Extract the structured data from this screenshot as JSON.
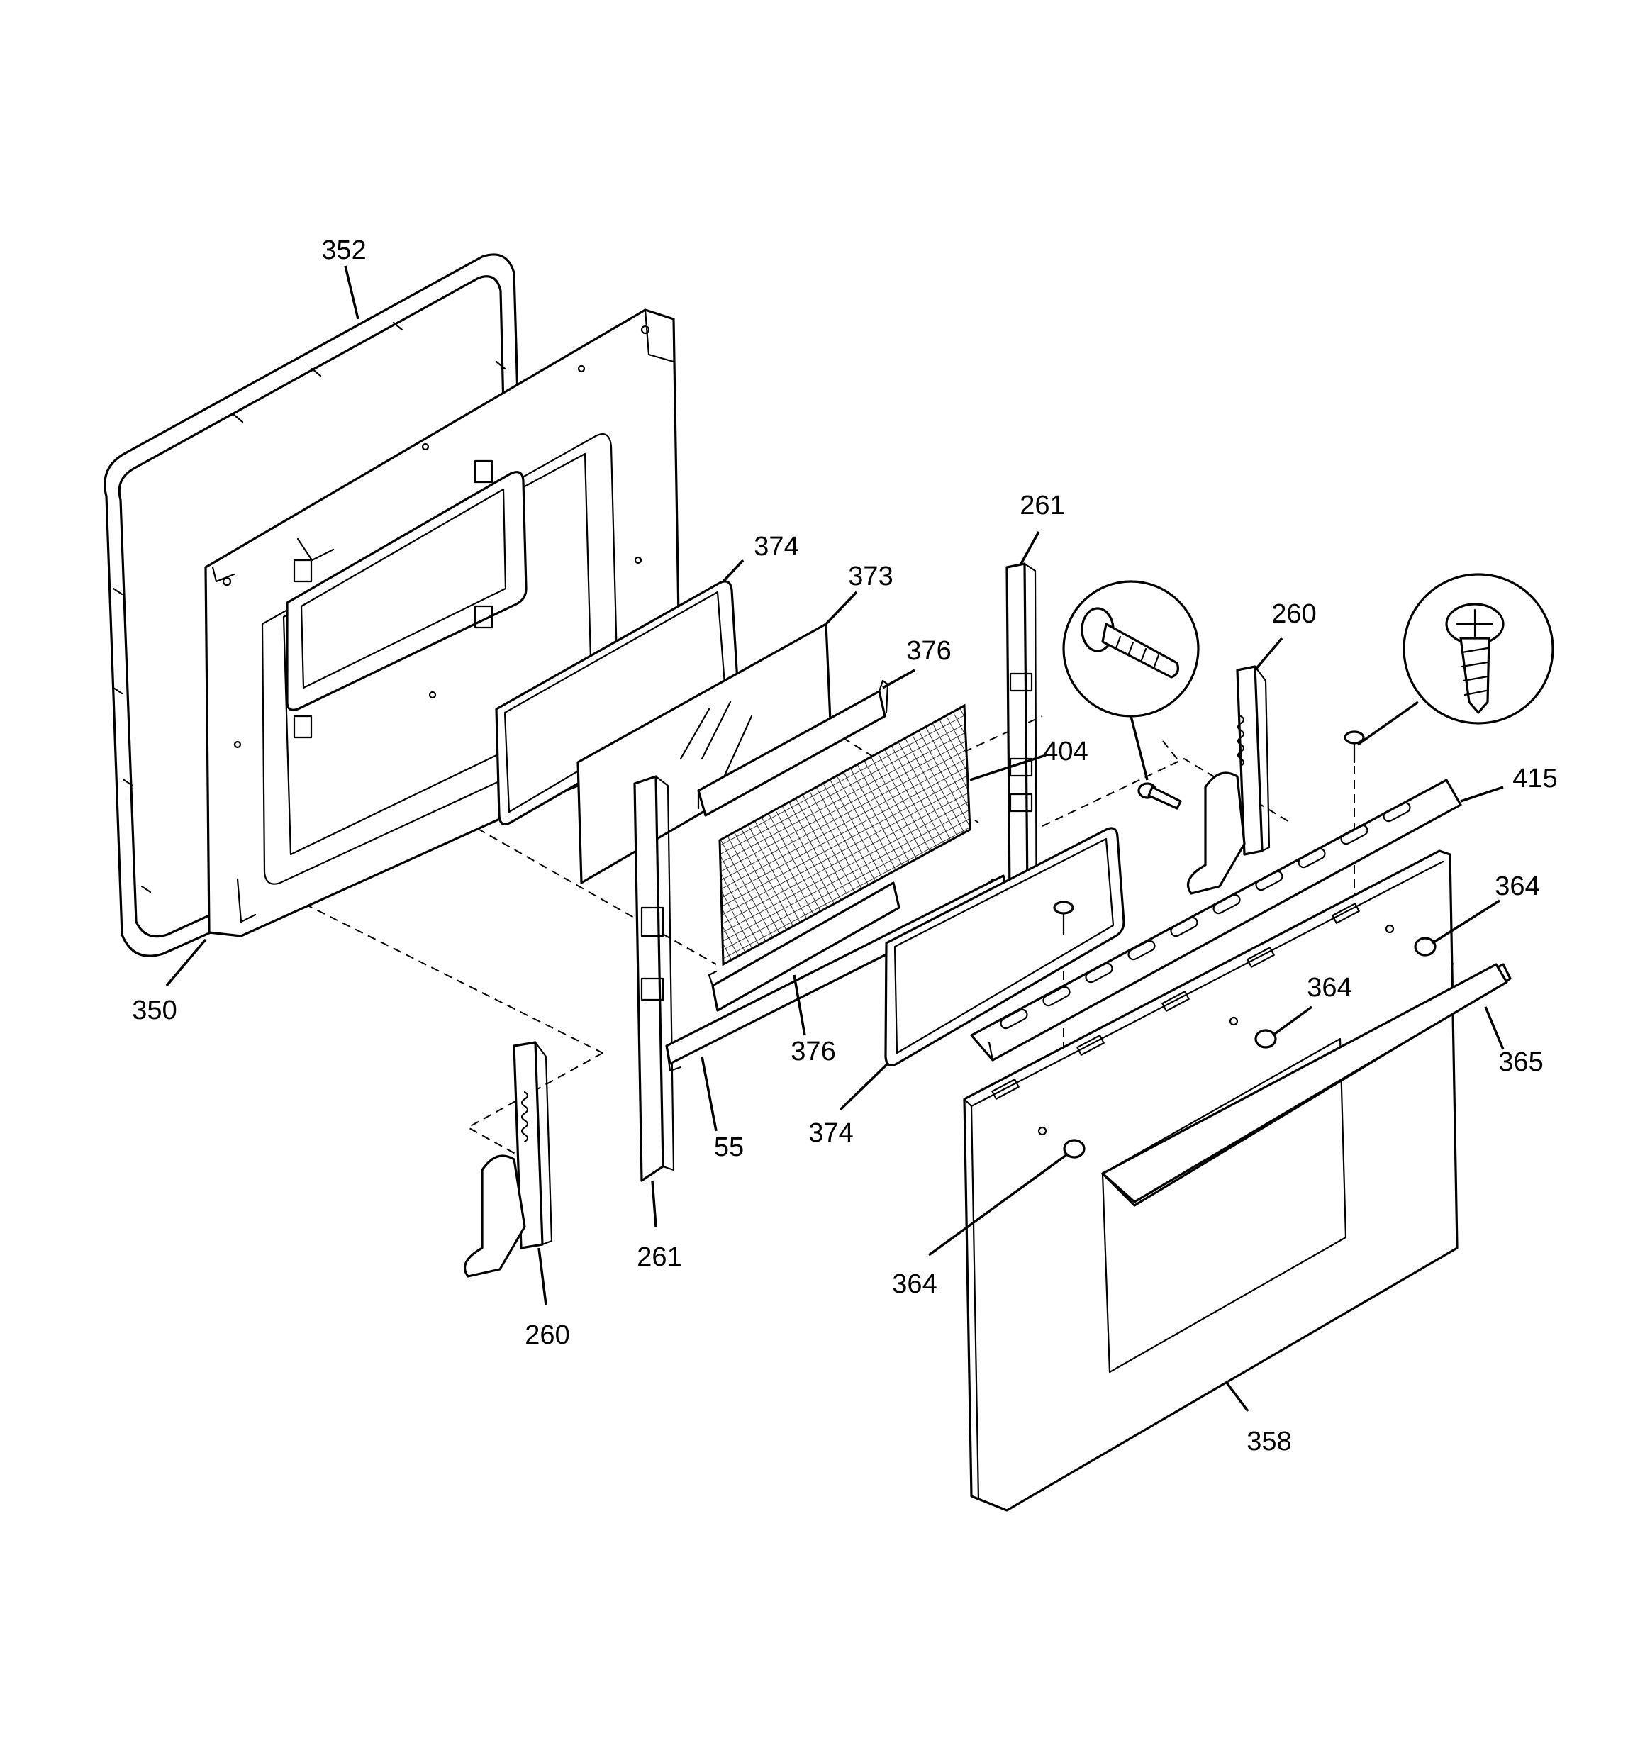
{
  "diagram": {
    "title": "",
    "callouts": [
      {
        "id": "c352",
        "label": "352"
      },
      {
        "id": "c374a",
        "label": "374"
      },
      {
        "id": "c373",
        "label": "373"
      },
      {
        "id": "c376a",
        "label": "376"
      },
      {
        "id": "c261a",
        "label": "261"
      },
      {
        "id": "c404",
        "label": "404"
      },
      {
        "id": "c260a",
        "label": "260"
      },
      {
        "id": "c415",
        "label": "415"
      },
      {
        "id": "c364a",
        "label": "364"
      },
      {
        "id": "c364b",
        "label": "364"
      },
      {
        "id": "c365",
        "label": "365"
      },
      {
        "id": "c350",
        "label": "350"
      },
      {
        "id": "c376b",
        "label": "376"
      },
      {
        "id": "c55",
        "label": "55"
      },
      {
        "id": "c374b",
        "label": "374"
      },
      {
        "id": "c261b",
        "label": "261"
      },
      {
        "id": "c260b",
        "label": "260"
      },
      {
        "id": "c364c",
        "label": "364"
      },
      {
        "id": "c358",
        "label": "358"
      }
    ]
  }
}
